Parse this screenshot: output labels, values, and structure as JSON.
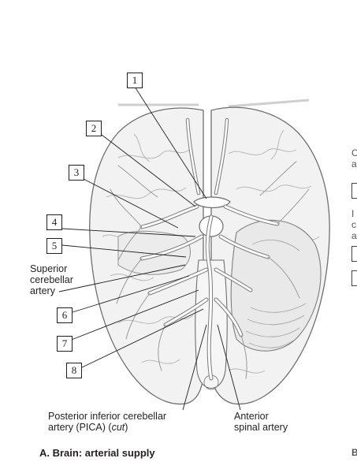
{
  "numbers": [
    "1",
    "2",
    "3",
    "4",
    "5",
    "6",
    "7",
    "8"
  ],
  "labels": {
    "superior_cerebellar": [
      "Superior",
      "cerebellar",
      "artery"
    ],
    "pica_line1": "Posterior inferior cerebellar",
    "pica_line2_prefix": "artery (PICA) (",
    "pica_cut": "cut",
    "pica_suffix": ")",
    "anterior_spinal": [
      "Anterior",
      "spinal artery"
    ]
  },
  "caption": "A. Brain: arterial supply",
  "edge_fragments": {
    "a": "C",
    "b": "a",
    "c": "I",
    "d": "c",
    "e": "a",
    "f": "B"
  },
  "colors": {
    "ink": "#231f20",
    "brain_fill": "#f1f1f1",
    "vessel": "#ffffff",
    "vessel_outline": "#8a8a8a"
  }
}
